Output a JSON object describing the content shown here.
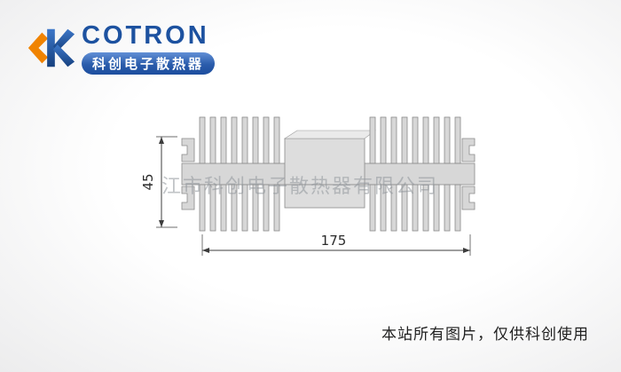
{
  "logo": {
    "brand": "COTRON",
    "subtitle": "科创电子散热器",
    "brand_color": "#1d52a0",
    "accent_color": "#f08300"
  },
  "drawing": {
    "type": "heatsink-extrusion-profile",
    "dim_height": "45",
    "dim_width": "175"
  },
  "watermark": {
    "text": "江市科创电子散热器有限公司"
  },
  "footer": {
    "notice": "本站所有图片，仅供科创使用"
  }
}
